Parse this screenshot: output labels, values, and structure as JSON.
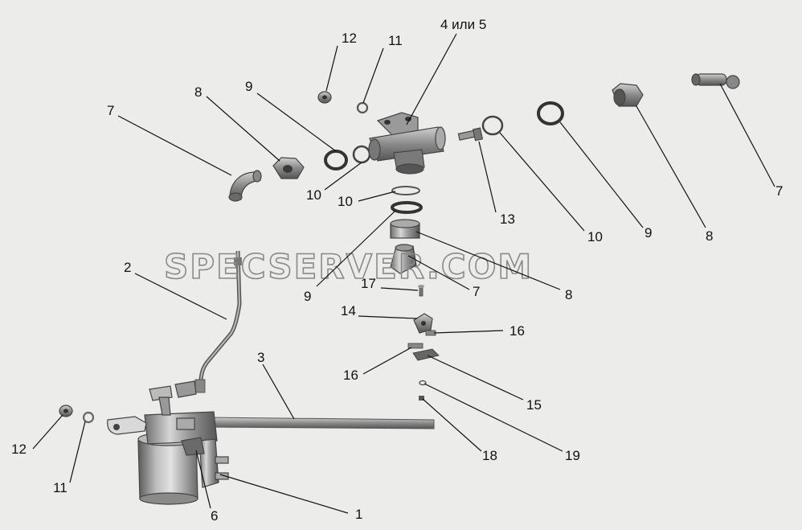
{
  "watermark": "SPECSERVER.COM",
  "labels": {
    "l12a": "12",
    "l11a": "11",
    "l4or5": "4 или 5",
    "l9a": "9",
    "l8a": "8",
    "l7a": "7",
    "l10a": "10",
    "l10b": "10",
    "l13": "13",
    "l10c": "10",
    "l9b": "9",
    "l8b": "8",
    "l7b": "7",
    "l2": "2",
    "l9c": "9",
    "l7c": "7",
    "l8c": "8",
    "l17": "17",
    "l14": "14",
    "l16a": "16",
    "l16b": "16",
    "l15": "15",
    "l3": "3",
    "l18": "18",
    "l19": "19",
    "l12b": "12",
    "l11b": "11",
    "l6": "6",
    "l1": "1"
  }
}
